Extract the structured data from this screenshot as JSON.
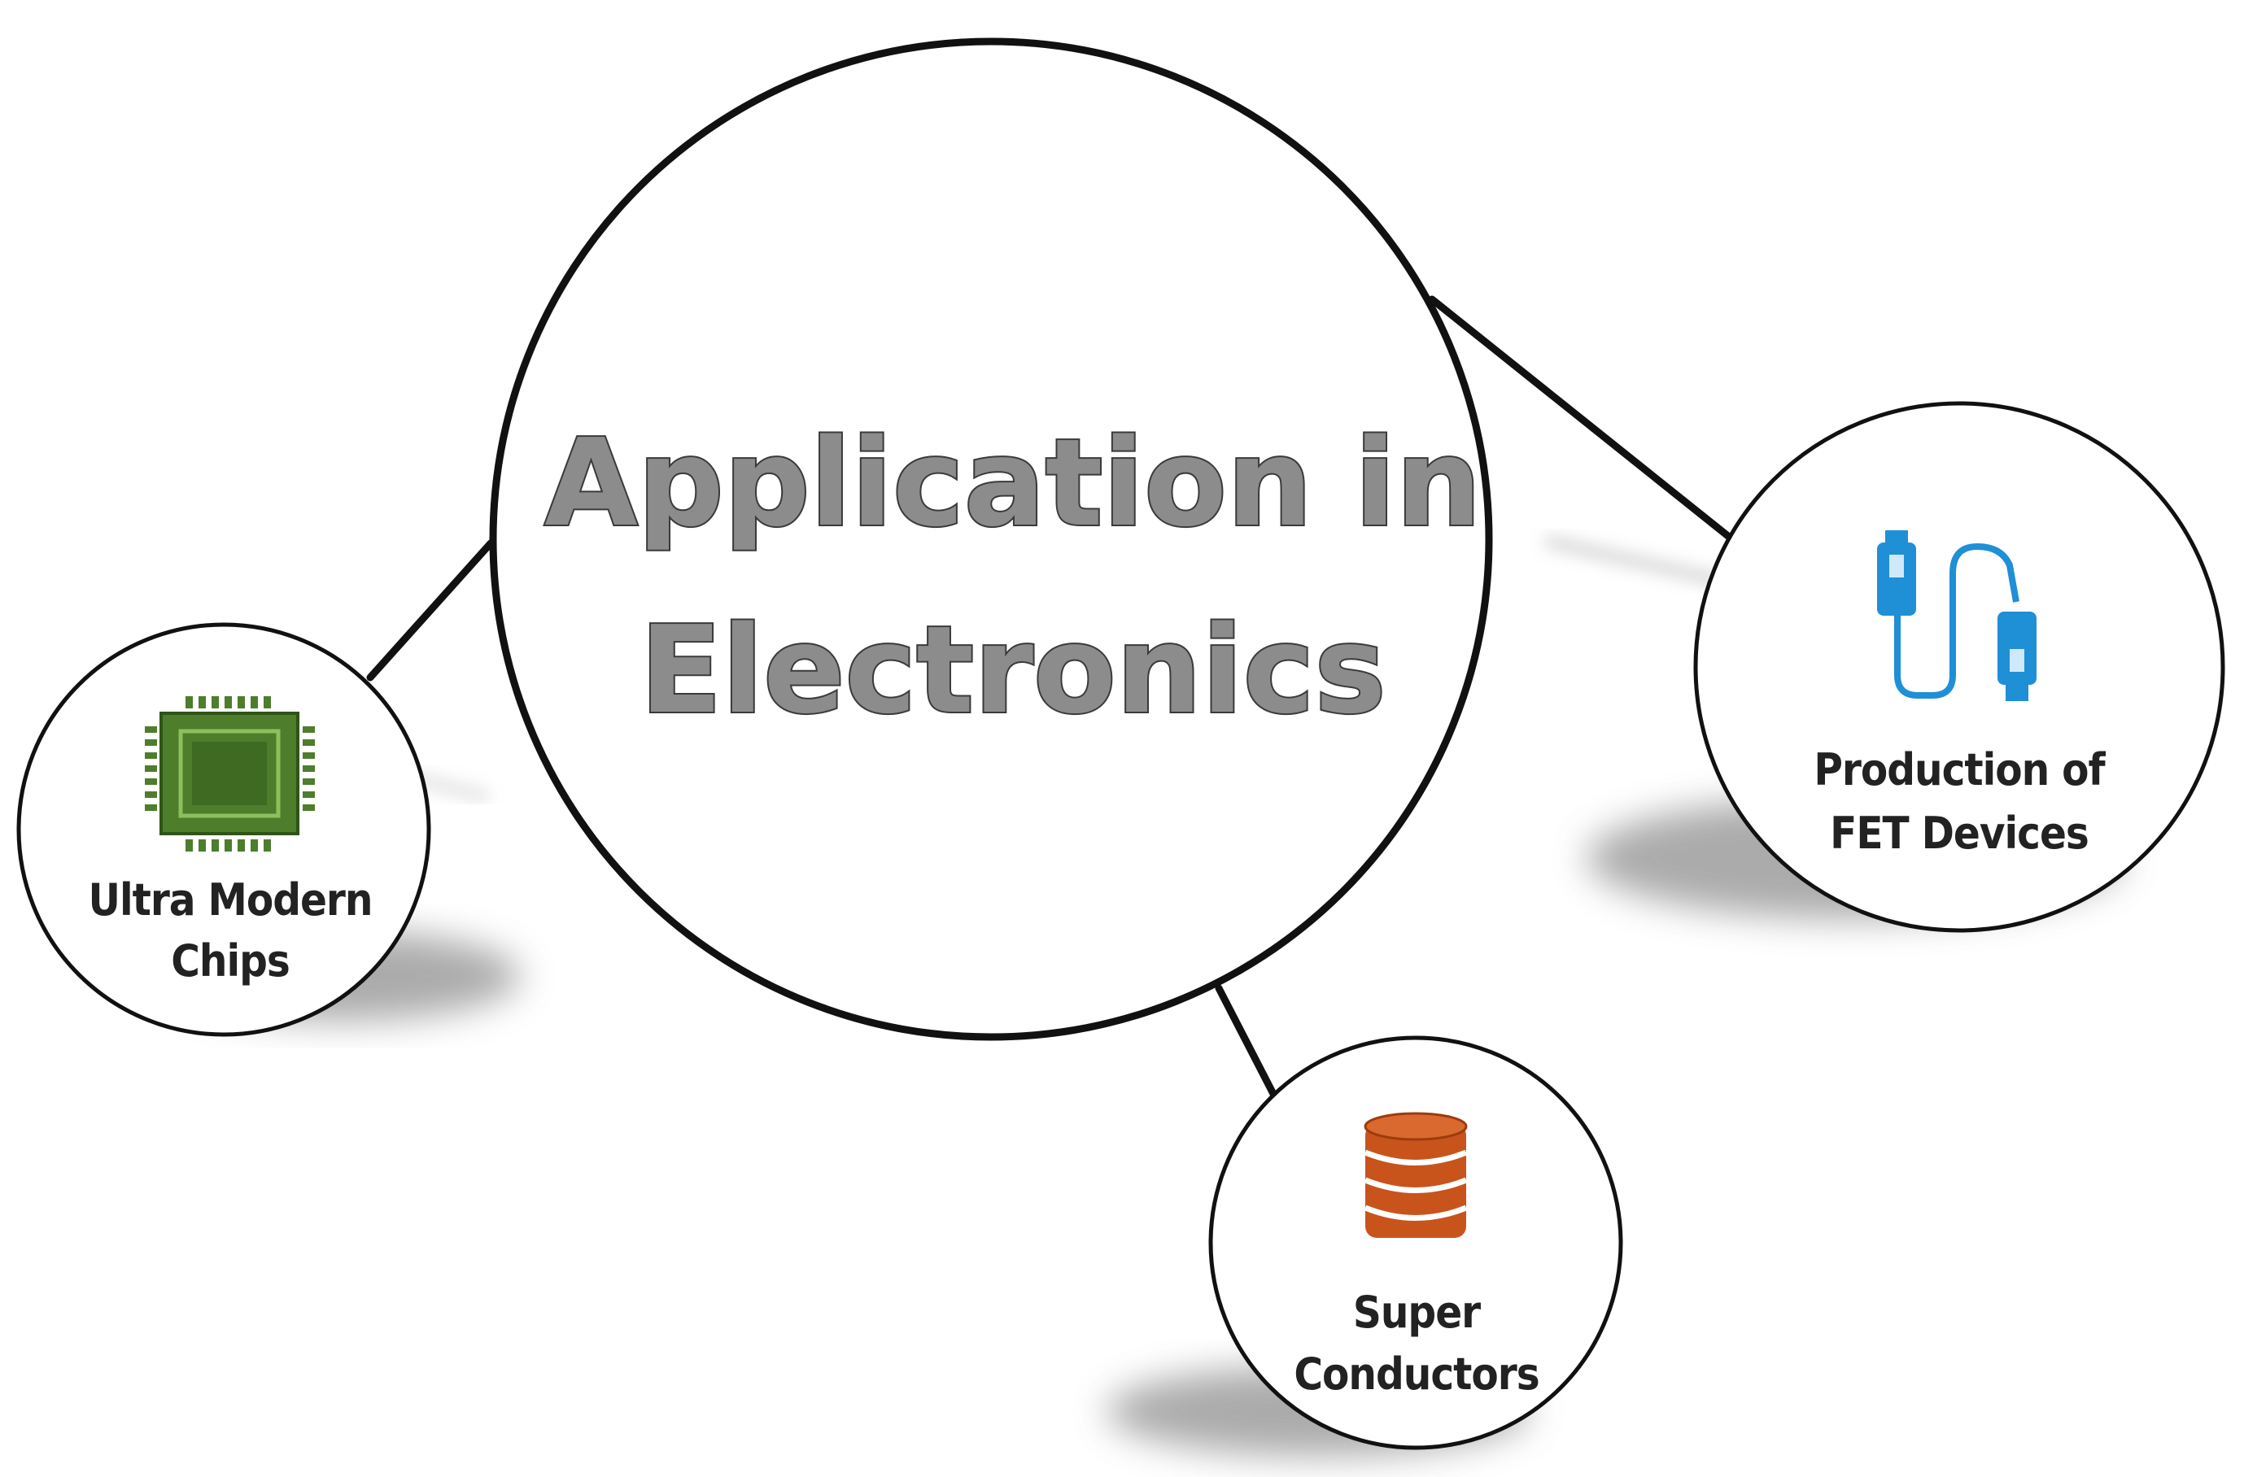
{
  "central": {
    "title_line1": "Application in",
    "title_line2": "Electronics"
  },
  "nodes": {
    "chips": {
      "label_line1": "Ultra Modern",
      "label_line2": "Chips",
      "icon": "microchip-icon",
      "icon_color": "#4e7d2c"
    },
    "superconductors": {
      "label_line1": "Super",
      "label_line2": "Conductors",
      "icon": "database-stack-icon",
      "icon_color": "#c8541c"
    },
    "fet": {
      "label_line1": "Production of",
      "label_line2": "FET Devices",
      "icon": "usb-cable-icon",
      "icon_color": "#1f8fd6"
    }
  }
}
